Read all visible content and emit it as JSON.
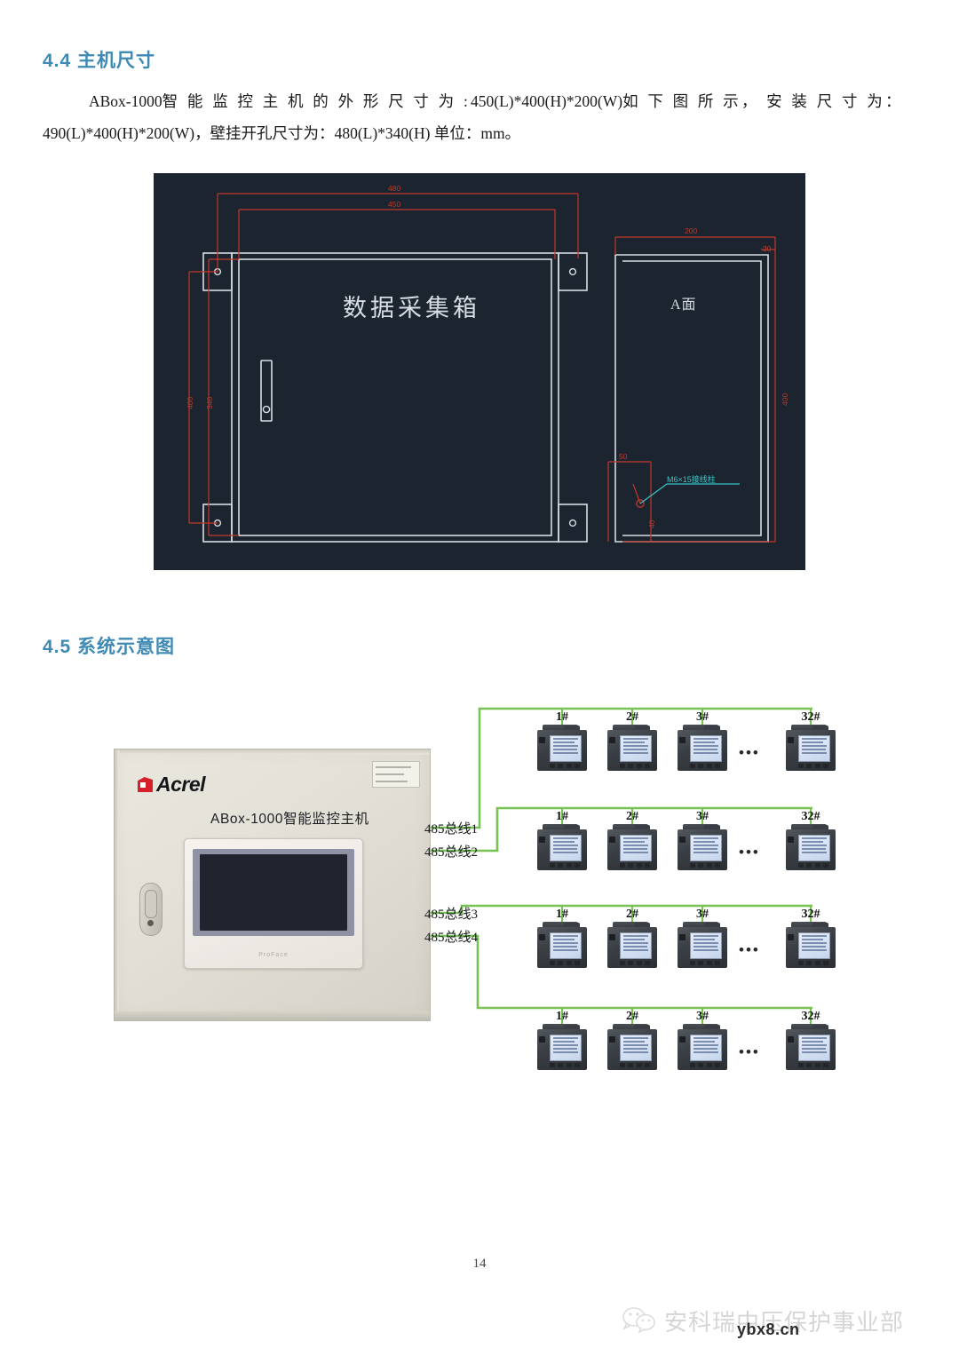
{
  "document": {
    "page_number": "14"
  },
  "sections": {
    "s44": {
      "heading": "4.4 主机尺寸",
      "paragraph_part1": "ABox-1000",
      "paragraph_part2": "智 能 监 控 主 机 的 外 形 尺 寸 为 :",
      "paragraph_part3": "450(L)*400(H)*200(W)",
      "paragraph_part4": "如 下 图 所 示， 安 装 尺 寸 为：",
      "paragraph_part5": "490(L)*400(H)*200(W)",
      "paragraph_part6": "，壁挂开孔尺寸为：",
      "paragraph_part7": "480(L)*340(H)",
      "paragraph_part8": "单位：mm。"
    },
    "s45": {
      "heading": "4.5 系统示意图"
    }
  },
  "cad_drawing": {
    "background_color": "#1c2430",
    "line_color": "#d8dde3",
    "dimension_color": "#c0392b",
    "note_color": "#36c7c7",
    "front_view_label": "数据采集箱",
    "side_view_label": "A面",
    "dimensions": {
      "top_outer": "480",
      "top_inner": "450",
      "left_outer": "400",
      "left_inner": "340",
      "side_top": "200",
      "side_right": "400",
      "side_corner": "20",
      "side_small_left": "50",
      "side_small_bottom": "40"
    },
    "annotation": "M6×15接线柱"
  },
  "system_diagram": {
    "cabinet": {
      "brand": "Acrel",
      "model_label": "ABox-1000智能监控主机",
      "hmi_logo": "ProFace"
    },
    "bus_labels": [
      "485总线1",
      "485总线2",
      "485总线3",
      "485总线4"
    ],
    "meter_labels": [
      "1#",
      "2#",
      "3#",
      "32#"
    ],
    "ellipsis": "•••",
    "bus_line_color": "#77c253",
    "rows": 4,
    "meters_per_row": 4
  },
  "watermark": {
    "text": "安科瑞中压保护事业部",
    "url": "ybx8.cn",
    "icon": "wechat-icon"
  }
}
